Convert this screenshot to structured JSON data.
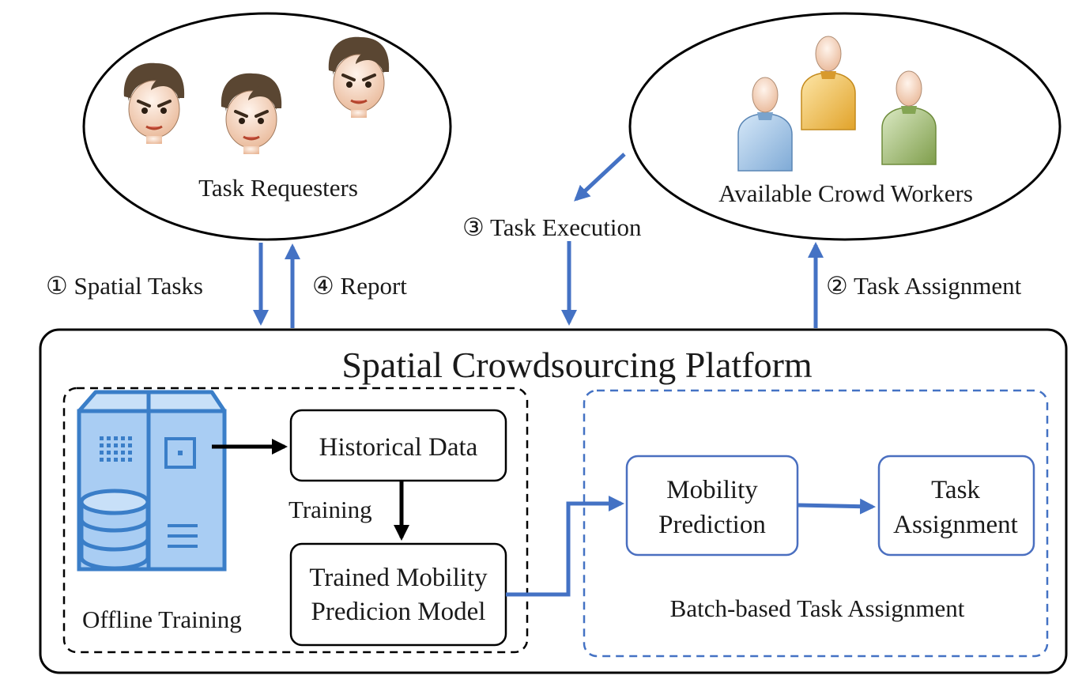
{
  "requesters": {
    "label": "Task Requesters",
    "icon": "person-face-icon"
  },
  "workers": {
    "label": "Available Crowd Workers",
    "icon": "crowd-worker-icon"
  },
  "steps": {
    "spatial_tasks": "① Spatial Tasks",
    "report": "④ Report",
    "task_execution": "③ Task Execution",
    "task_assignment": "② Task Assignment"
  },
  "platform": {
    "title": "Spatial Crowdsourcing Platform",
    "offline": {
      "label": "Offline Training",
      "icon": "database-server-icon",
      "historical_data": "Historical Data",
      "training_label": "Training",
      "trained_model_line1": "Trained Mobility",
      "trained_model_line2": "Predicion Model"
    },
    "batch": {
      "label": "Batch-based Task Assignment",
      "mobility_line1": "Mobility",
      "mobility_line2": "Prediction",
      "assign_line1": "Task",
      "assign_line2": "Assignment"
    }
  },
  "colors": {
    "accent_blue": "#4472c4",
    "box_blue": "#4a6fc0",
    "server_fill": "#a9cdf3",
    "server_stroke": "#3a7ec8",
    "worker_blue": "#a9c9e8",
    "worker_yellow": "#f3c35a",
    "worker_green": "#a9c479",
    "skin": "#f2cdb0",
    "hair": "#5a4632"
  }
}
